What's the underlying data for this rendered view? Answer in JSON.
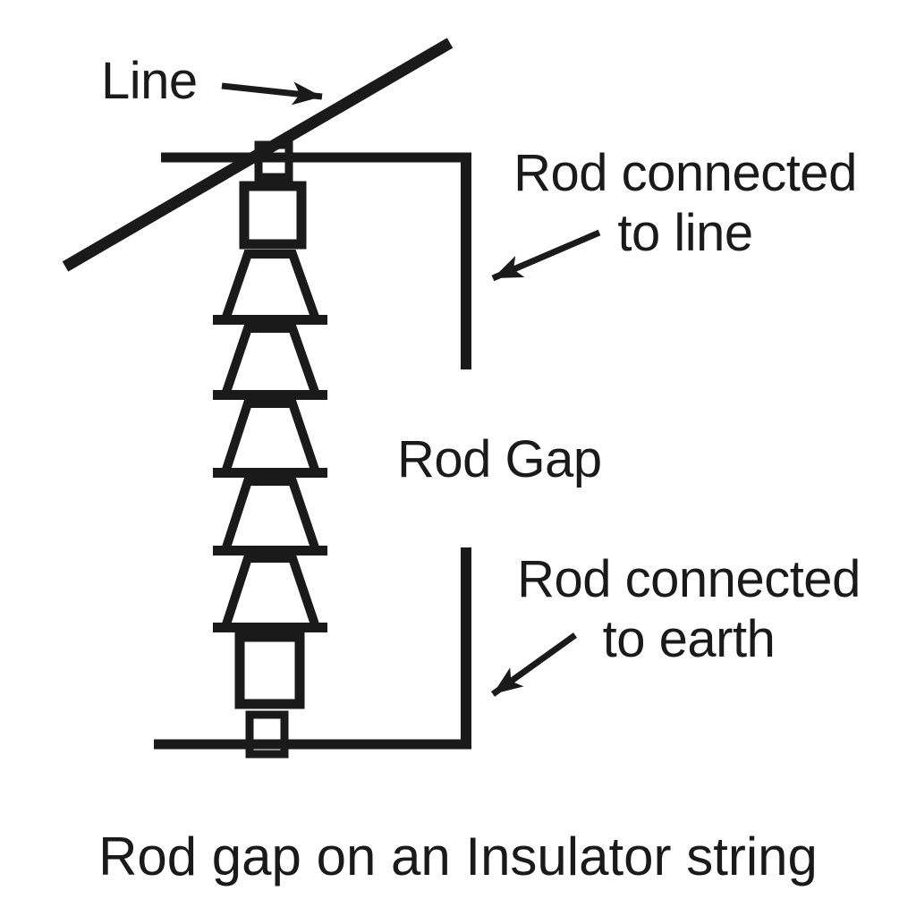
{
  "colors": {
    "ink": "#1a1a1a",
    "background": "#ffffff"
  },
  "labels": {
    "line": "Line",
    "rod_to_line": {
      "line1": "Rod connected",
      "line2": "to line"
    },
    "rod_gap": "Rod Gap",
    "rod_to_earth": {
      "line1": "Rod connected",
      "line2": "to earth"
    }
  },
  "caption": "Rod gap on an Insulator string",
  "figure": {
    "insulator_disc_count": 5
  }
}
